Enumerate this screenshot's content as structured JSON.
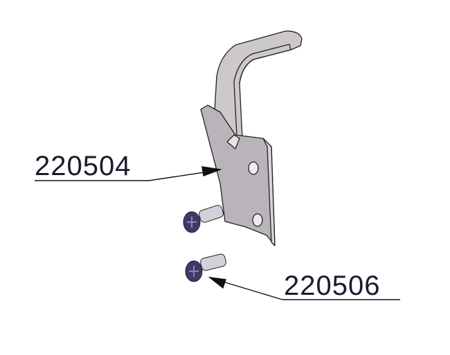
{
  "diagram": {
    "parts": [
      {
        "part_number": "220504",
        "description_target": "bracket"
      },
      {
        "part_number": "220506",
        "description_target": "screw"
      }
    ],
    "colors": {
      "metal": "#c8c4c8",
      "metal_dark": "#a9a5aa",
      "screw_head": "#3d3a6b",
      "line": "#111111"
    }
  }
}
